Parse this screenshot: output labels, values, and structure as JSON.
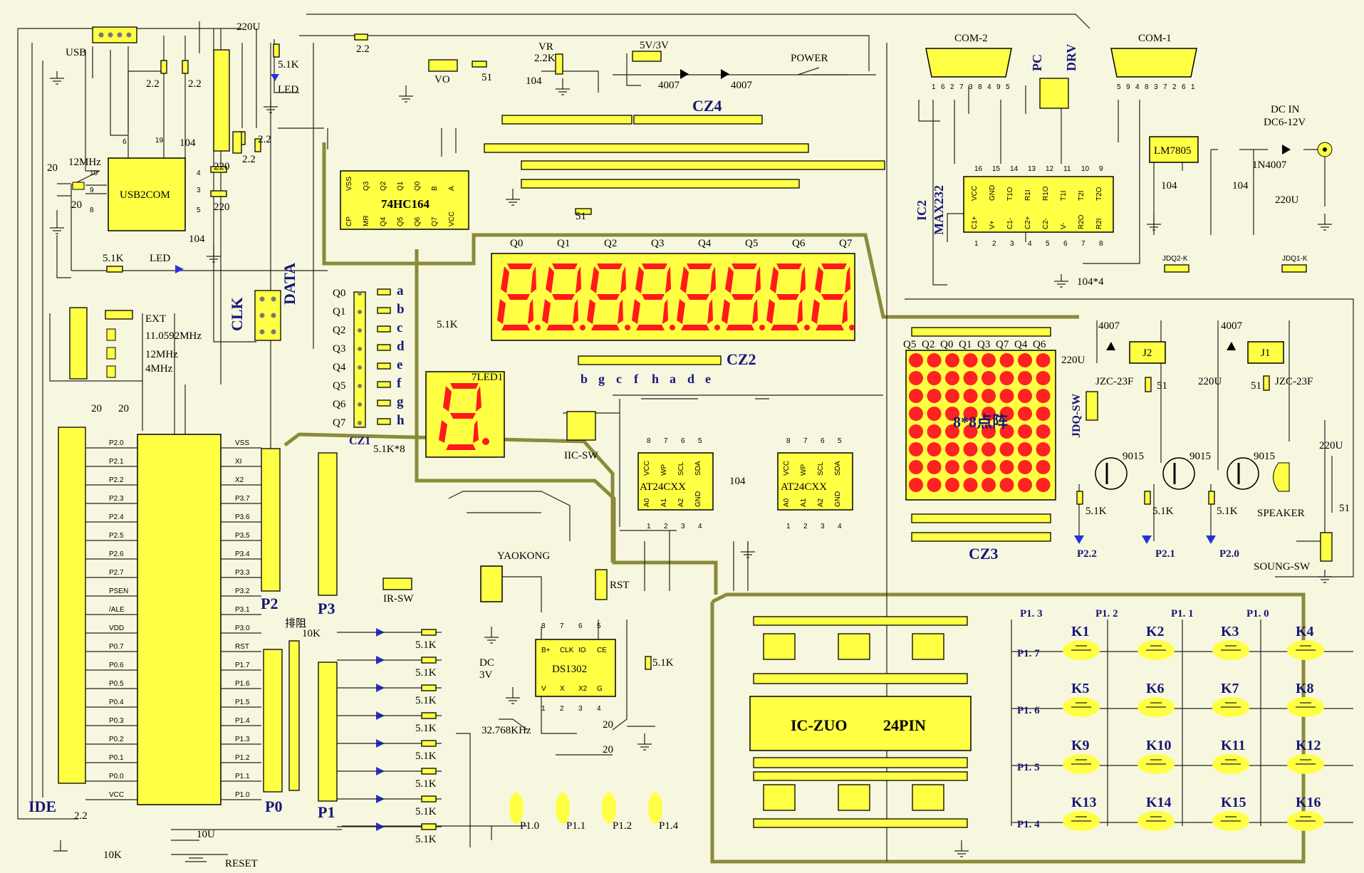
{
  "title_labels": {
    "usb": "USB",
    "usb2com": "USB2COM",
    "ide": "IDE",
    "reset": "RESET",
    "ic74hc164": "74HC164",
    "cz1": "CZ1",
    "cz2": "CZ2",
    "cz3": "CZ3",
    "cz4": "CZ4",
    "matrix": "8*8点阵",
    "led7": "7LED1",
    "com1": "COM-1",
    "com2": "COM-2",
    "pc": "PC",
    "drv": "DRV",
    "ic2": "IC2",
    "max232": "MAX232",
    "lm7805": "LM7805",
    "dcin": "DC IN",
    "dcv": "DC6-12V",
    "diode_in": "1N4007",
    "power": "POWER",
    "vo": "VO",
    "vr": "VR",
    "vr_val": "2.2K",
    "v53": "5V/3V",
    "d4007a": "4007",
    "d4007b": "4007",
    "clk": "CLK",
    "data": "DATA",
    "ext": "EXT",
    "xt1": "11.0592MHz",
    "xt2": "12MHz",
    "xt3": "4MHz",
    "iic": "IIC-SW",
    "at24a": "AT24CXX",
    "at24b": "AT24CXX",
    "yaokong": "YAOKONG",
    "irsw": "IR-SW",
    "ds1302": "DS1302",
    "rst": "RST",
    "dc3v": "DC",
    "dc3v2": "3V",
    "xtal32": "32.768KHz",
    "iczuo": "IC-ZUO",
    "pin24": "24PIN",
    "jdqsw": "JDQ-SW",
    "speaker": "SPEAKER",
    "soungsw": "SOUNG-SW",
    "jdq1": "JDQ1-K",
    "jdq2": "JDQ2-K",
    "j1": "J1",
    "j2": "J2",
    "jzc1": "JZC-23F",
    "jzc2": "JZC-23F",
    "t9015a": "9015",
    "t9015b": "9015",
    "t9015c": "9015",
    "p22": "P2.2",
    "p21": "P2.1",
    "p20": "P2.0",
    "p0": "P0",
    "p1": "P1",
    "p2": "P2",
    "p3": "P3",
    "paizu": "排阻",
    "r10k": "10K",
    "r51k8": "5.1K*8",
    "c104x4": "104*4",
    "led": "LED",
    "u220": "220U",
    "r12m": "12MHz"
  },
  "values": {
    "r22a": "2.2",
    "r22b": "2.2",
    "r22c": "2.2",
    "r22d": "2.2",
    "r22e": "2.2",
    "r22f": "2.2",
    "r51k": "5.1K",
    "r51": "51",
    "c104": "104",
    "c20": "20",
    "r220": "220",
    "r10k": "10K",
    "c10u": "10U",
    "pin_6": "6",
    "pin_19": "19"
  },
  "mcu_pins_left": [
    "P2.0",
    "P2.1",
    "P2.2",
    "P2.3",
    "P2.4",
    "P2.5",
    "P2.6",
    "P2.7",
    "PSEN",
    "/ALE",
    "VDD",
    "P0.7",
    "P0.6",
    "P0.5",
    "P0.4",
    "P0.3",
    "P0.2",
    "P0.1",
    "P0.0",
    "VCC"
  ],
  "mcu_pins_right": [
    "VSS",
    "XI",
    "X2",
    "P3.7",
    "P3.6",
    "P3.5",
    "P3.4",
    "P3.3",
    "P3.2",
    "P3.1",
    "P3.0",
    "RST",
    "P1.7",
    "P1.6",
    "P1.5",
    "P1.4",
    "P1.3",
    "P1.2",
    "P1.1",
    "P1.0"
  ],
  "hc164_top": [
    "VSS",
    "Q3",
    "Q2",
    "Q1",
    "Q0",
    "B",
    "A"
  ],
  "hc164_bot": [
    "CP",
    "MR",
    "Q4",
    "Q5",
    "Q6",
    "Q7",
    "VCC"
  ],
  "cz1_rows": [
    "Q0",
    "Q1",
    "Q2",
    "Q3",
    "Q4",
    "Q5",
    "Q6",
    "Q7"
  ],
  "cz1_segs": [
    "a",
    "b",
    "c",
    "d",
    "e",
    "f",
    "g",
    "h"
  ],
  "digit_q": [
    "Q0",
    "Q1",
    "Q2",
    "Q3",
    "Q4",
    "Q5",
    "Q6",
    "Q7"
  ],
  "cz2_segs": [
    "b",
    "g",
    "c",
    "f",
    "h",
    "a",
    "d",
    "e"
  ],
  "cz3_top": [
    "Q5",
    "Q2",
    "Q0",
    "Q1",
    "Q3",
    "Q7",
    "Q4",
    "Q6"
  ],
  "max232_top": [
    "16",
    "15",
    "14",
    "13",
    "12",
    "11",
    "10",
    "9"
  ],
  "max232_top_names": [
    "VCC",
    "GND",
    "T1O",
    "R1I",
    "R1O",
    "T1I",
    "T2I",
    "T2O"
  ],
  "max232_bot": [
    "1",
    "2",
    "3",
    "4",
    "5",
    "6",
    "7",
    "8"
  ],
  "max232_bot_names": [
    "C1+",
    "V+",
    "C1-",
    "C2+",
    "C2-",
    "V-",
    "R2O",
    "R2I"
  ],
  "com2_pins": [
    "1",
    "6",
    "2",
    "7",
    "3",
    "8",
    "4",
    "9",
    "5"
  ],
  "com1_pins": [
    "5",
    "9",
    "4",
    "8",
    "3",
    "7",
    "2",
    "6",
    "1"
  ],
  "at24_top": [
    "VCC",
    "WP",
    "SCL",
    "SDA"
  ],
  "at24_bot": [
    "A0",
    "A1",
    "A2",
    "GND"
  ],
  "at24_top_nums": [
    "8",
    "7",
    "6",
    "5"
  ],
  "at24_bot_nums": [
    "1",
    "2",
    "3",
    "4"
  ],
  "ds1302_top": [
    "B+",
    "CLK",
    "IO",
    "CE"
  ],
  "ds1302_bot": [
    "V",
    "X",
    "X2",
    "G"
  ],
  "ds1302_top_nums": [
    "8",
    "7",
    "6",
    "5"
  ],
  "ds1302_bot_nums": [
    "1",
    "2",
    "3",
    "4"
  ],
  "usb2com_pins": [
    "4",
    "10",
    "9",
    "3",
    "8",
    "5"
  ],
  "buttons_small": [
    "P1.0",
    "P1.1",
    "P1.2",
    "P1.4"
  ],
  "keys": [
    "K1",
    "K2",
    "K3",
    "K4",
    "K5",
    "K6",
    "K7",
    "K8",
    "K9",
    "K10",
    "K11",
    "K12",
    "K13",
    "K14",
    "K15",
    "K16"
  ],
  "key_cols": [
    "P1. 3",
    "P1. 2",
    "P1. 1",
    "P1. 0"
  ],
  "key_rows": [
    "P1. 7",
    "P1. 6",
    "P1. 5",
    "P1. 4"
  ],
  "led_resistors": [
    "5.1K",
    "5.1K",
    "5.1K",
    "5.1K",
    "5.1K",
    "5.1K",
    "5.1K",
    "5.1K"
  ],
  "colors": {
    "board": "#f7f7df",
    "yellow": "#ffff44",
    "red": "#ff1a1a",
    "bus": "#8a8a3a",
    "label": "#16167a"
  }
}
